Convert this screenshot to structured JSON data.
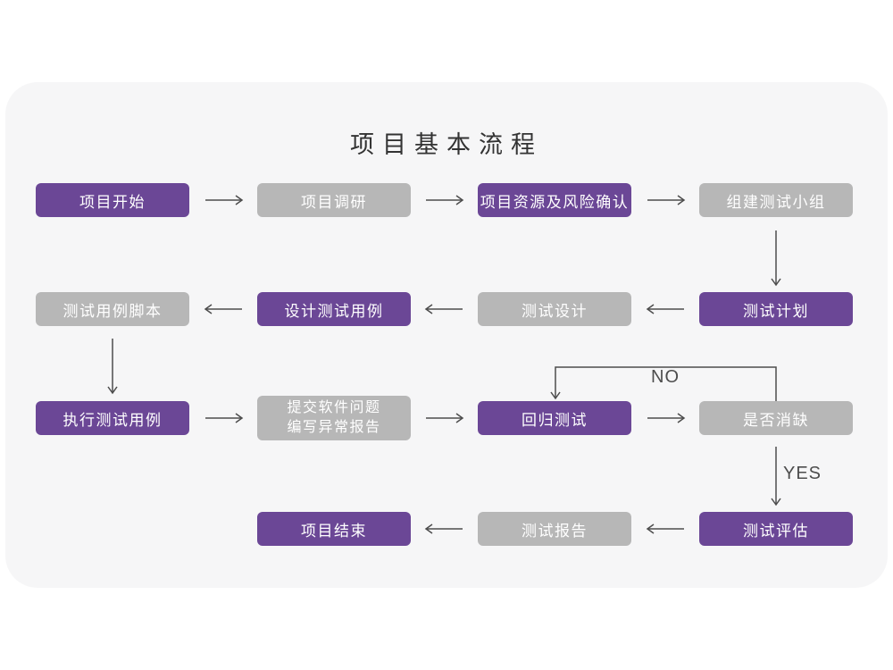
{
  "title": "项目基本流程",
  "decision_labels": {
    "no": "NO",
    "yes": "YES"
  },
  "colors": {
    "primary": "#6b4796",
    "secondary": "#b7b7b7",
    "panel": "#f6f6f7",
    "arrow": "#4d4d4d",
    "title_text": "#333333",
    "node_text": "#ffffff"
  },
  "nodes": [
    {
      "label": "项目开始",
      "variant": "purple"
    },
    {
      "label": "项目调研",
      "variant": "gray"
    },
    {
      "label": "项目资源及风险确认",
      "variant": "purple"
    },
    {
      "label": "组建测试小组",
      "variant": "gray"
    },
    {
      "label": "测试计划",
      "variant": "purple"
    },
    {
      "label": "测试设计",
      "variant": "gray"
    },
    {
      "label": "设计测试用例",
      "variant": "purple"
    },
    {
      "label": "测试用例脚本",
      "variant": "gray"
    },
    {
      "label": "执行测试用例",
      "variant": "purple"
    },
    {
      "label": "提交软件问题\n编写异常报告",
      "variant": "gray"
    },
    {
      "label": "回归测试",
      "variant": "purple"
    },
    {
      "label": "是否消缺",
      "variant": "gray"
    },
    {
      "label": "测试评估",
      "variant": "purple"
    },
    {
      "label": "测试报告",
      "variant": "gray"
    },
    {
      "label": "项目结束",
      "variant": "purple"
    }
  ]
}
